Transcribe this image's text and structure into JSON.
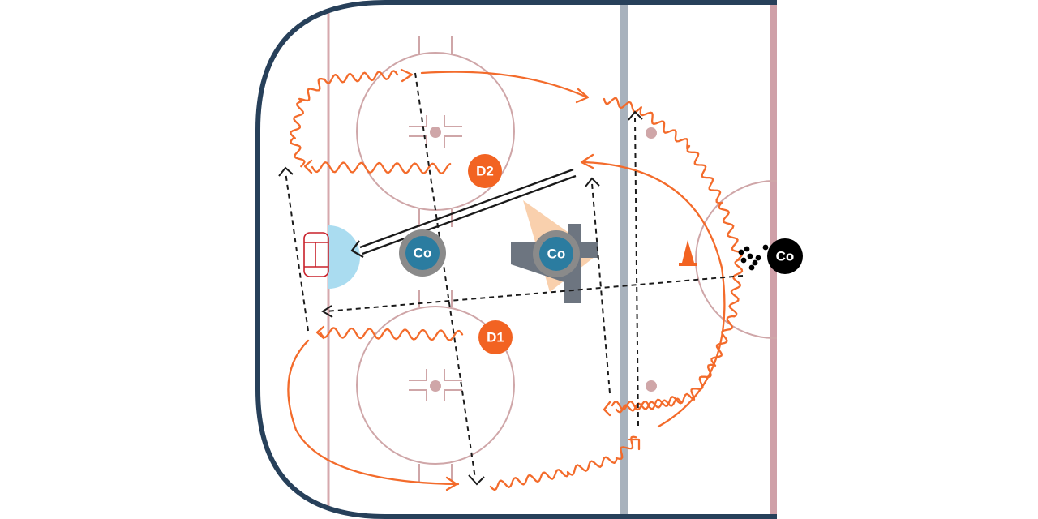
{
  "colors": {
    "board": "#27405a",
    "goal_line": "#d6a8ad",
    "circle_line": "#cfa6a8",
    "blue_line": "#a8b2bd",
    "red_line": "#cfa0a8",
    "crease": "#aadcf0",
    "net": "#c8202a",
    "skate_path": "#f36b2b",
    "pass": "#1a1a1a",
    "coach": "#2b7ca0",
    "coach_ring": "#8a8a8a",
    "defense": "#f26322",
    "puck": "#000000",
    "cone": "#f26322",
    "screen_player": "#6d7580",
    "screen_cone": "#f4a96a"
  },
  "icons": {
    "net": "goal-net-icon",
    "cone": "pylon-icon",
    "pucks": "puck-pile-icon",
    "screen_player": "screening-player-icon"
  },
  "players": {
    "d2": {
      "label": "D2"
    },
    "d1": {
      "label": "D1"
    },
    "coach_slot": {
      "label": "Co"
    },
    "coach_screen": {
      "label": "Co"
    },
    "coach_boards": {
      "label": "Co"
    }
  }
}
